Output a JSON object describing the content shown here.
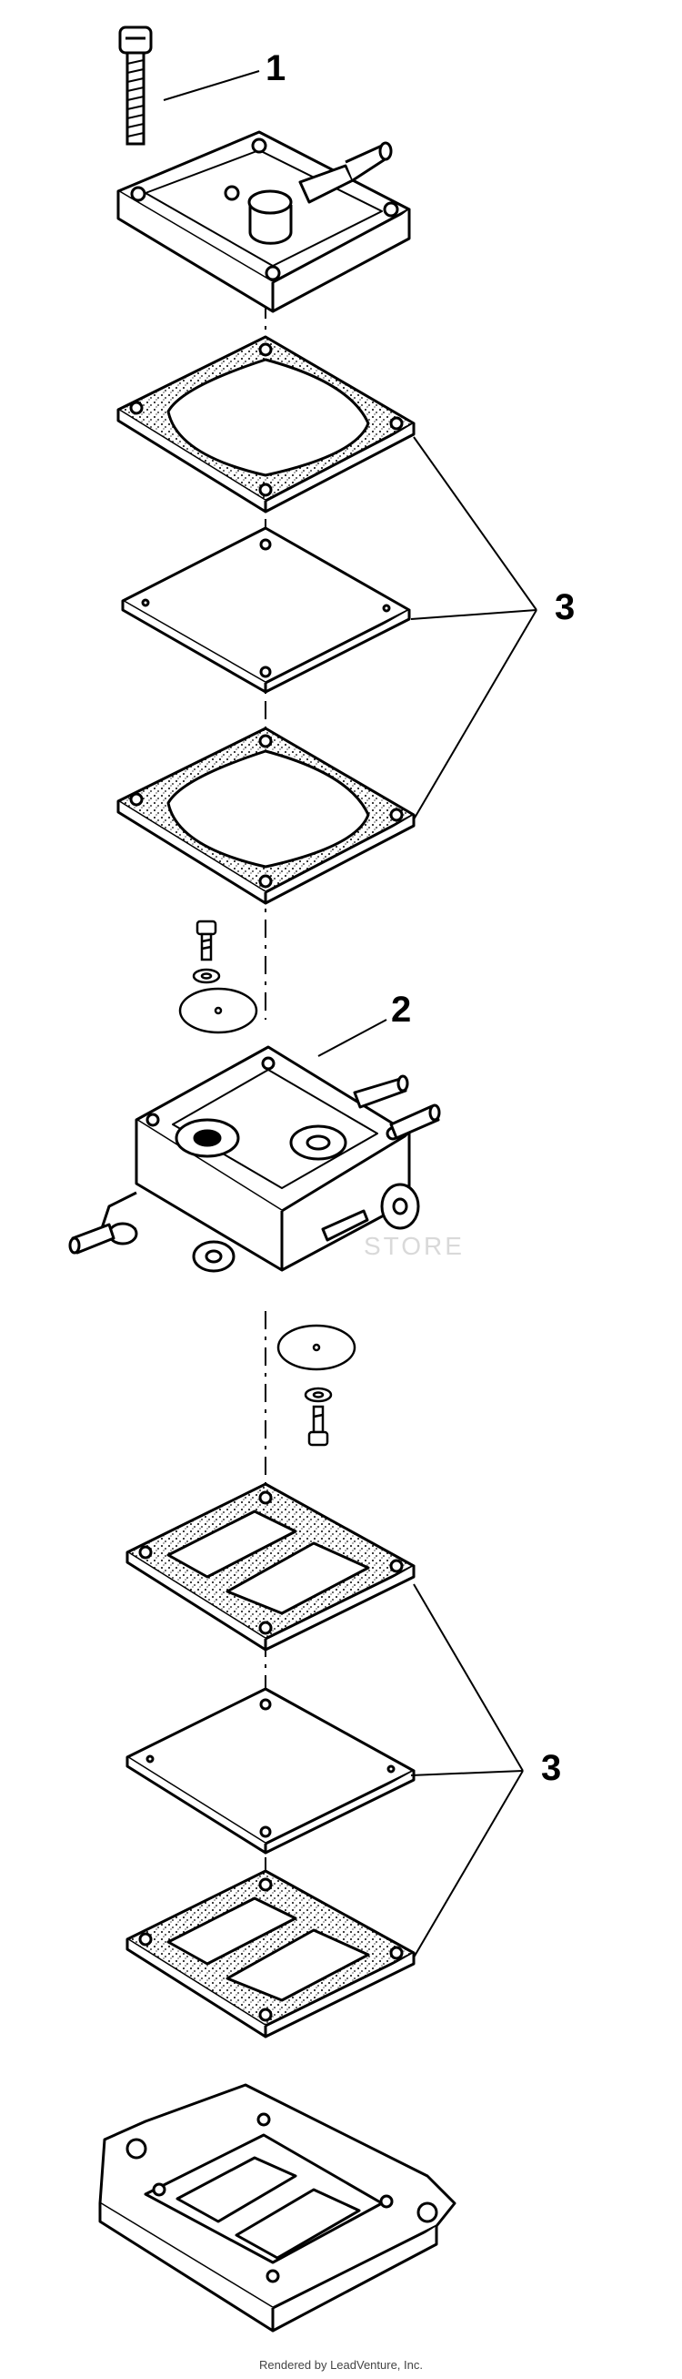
{
  "callouts": {
    "part1": "1",
    "part2": "2",
    "part3_upper": "3",
    "part3_lower": "3"
  },
  "watermark": "STORE",
  "footer": "Rendered by LeadVenture, Inc."
}
